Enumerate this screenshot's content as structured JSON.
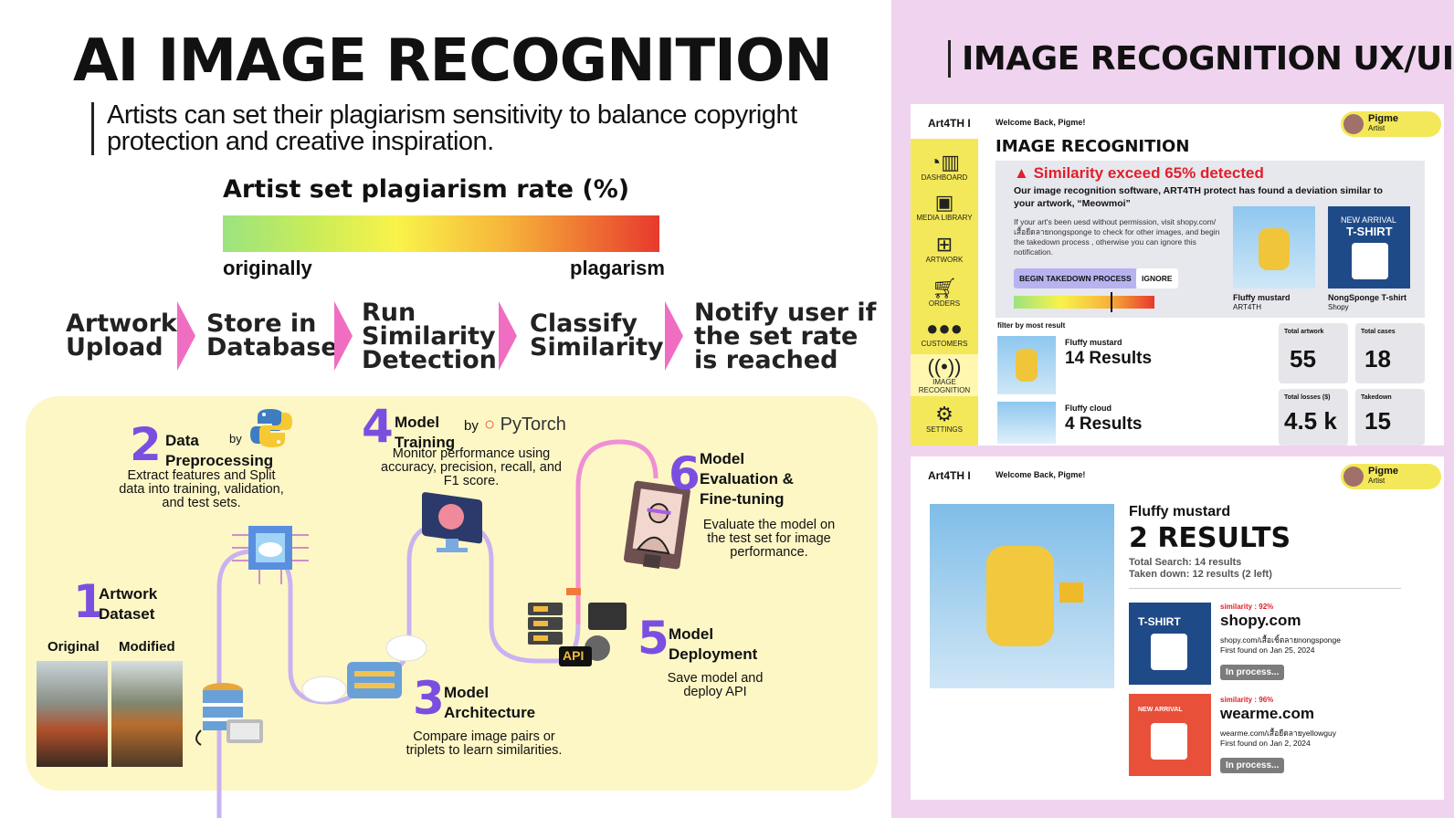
{
  "left": {
    "title": "AI IMAGE RECOGNITION",
    "subtitle": "Artists can set their plagiarism sensitivity to balance copyright protection and creative inspiration.",
    "rate": {
      "title": "Artist set plagiarism rate (%)",
      "low_label": "originally",
      "high_label": "plagarism"
    },
    "flow": [
      "Artwork Upload",
      "Store in Database",
      "Run Similarity Detection",
      "Classify Similarity",
      "Notify user if the set rate is reached"
    ],
    "pipeline": {
      "s1": {
        "num": "1",
        "label": "Artwork Dataset",
        "original": "Original",
        "modified": "Modified"
      },
      "s2": {
        "num": "2",
        "label": "Data Preprocessing",
        "by": "by",
        "desc": "Extract features and Split data into training, validation, and test sets."
      },
      "s3": {
        "num": "3",
        "label": "Model Architecture",
        "desc": "Compare image pairs or triplets to learn similarities."
      },
      "s4": {
        "num": "4",
        "label": "Model Training",
        "by": "by",
        "brand": "PyTorch",
        "desc": "Monitor performance using accuracy, precision, recall, and F1 score."
      },
      "s5": {
        "num": "5",
        "label": "Model Deployment",
        "desc": "Save model and deploy API",
        "api": "API"
      },
      "s6": {
        "num": "6",
        "label": "Model Evaluation & Fine-tuning",
        "desc": "Evaluate the model on the test set for image performance."
      }
    }
  },
  "right": {
    "title": "IMAGE RECOGNITION  UX/UI",
    "screen1": {
      "brand": "Art4TH I",
      "welcome": "Welcome Back, Pigme!",
      "user": {
        "name": "Pigme",
        "role": "Artist"
      },
      "sidebar": [
        "DASHBOARD",
        "MEDIA LIBRARY",
        "ARTWORK",
        "ORDERS",
        "CUSTOMERS",
        "IMAGE RECOGNITION",
        "SETTINGS"
      ],
      "heading": "IMAGE RECOGNITION",
      "alert": {
        "title": "Similarity exceed 65% detected",
        "lead": "Our image recognition software, ART4TH protect has found a deviation similar to your artwork, “Meowmoi”",
        "body": "If your art's been uesd without permission, visit shopy.com/เสื้อยืดลายnongsponge to check for other images, and begin the takedown process , otherwise you can ignore this notification.",
        "begin": "BEGIN TAKEDOWN PROCESS",
        "ignore": "IGNORE",
        "img1_name": "Fluffy mustard",
        "img1_owner": "ART4TH",
        "img2_name": "NongSponge T-shirt",
        "img2_owner": "Shopy",
        "tshirt_text": "T-SHIRT",
        "new_arrival": "NEW ARRIVAL"
      },
      "filter_label": "filter by most result",
      "results": [
        {
          "name": "Fluffy mustard",
          "count": "14 Results"
        },
        {
          "name": "Fluffy cloud",
          "count": "4 Results"
        }
      ],
      "stats": [
        {
          "label": "Total artwork",
          "value": "55"
        },
        {
          "label": "Total cases",
          "value": "18"
        },
        {
          "label": "Total losses ($)",
          "value": "4.5 k"
        },
        {
          "label": "Takedown",
          "value": "15"
        }
      ]
    },
    "screen2": {
      "brand": "Art4TH I",
      "welcome": "Welcome Back, Pigme!",
      "user": {
        "name": "Pigme",
        "role": "Artist"
      },
      "name": "Fluffy mustard",
      "results": "2 RESULTS",
      "total_search": "Total Search: 14 results",
      "taken_down": "Taken down: 12 results  (2 left)",
      "matches": [
        {
          "similarity": "similarity : 92%",
          "site": "shopy.com",
          "url": "shopy.com/เสื้อเชิ้ตลายnongsponge",
          "found": "First found on Jan 25, 2024",
          "status": "In process...",
          "tag": "T-SHIRT"
        },
        {
          "similarity": "similarity : 96%",
          "site": "wearme.com",
          "url": "wearme.com/เสื้อยืดลายyellowguy",
          "found": "First found on Jan 2, 2024",
          "status": "In process...",
          "tag": "NEW ARRIVAL"
        }
      ]
    }
  },
  "colors": {
    "accent_pink": "#f06ec2",
    "accent_purple": "#7a4fe0",
    "panel_yellow": "#fdf7c6",
    "right_bg": "#f0d3ee",
    "alert_red": "#e0202a",
    "pill_yellow": "#f3e85a"
  }
}
